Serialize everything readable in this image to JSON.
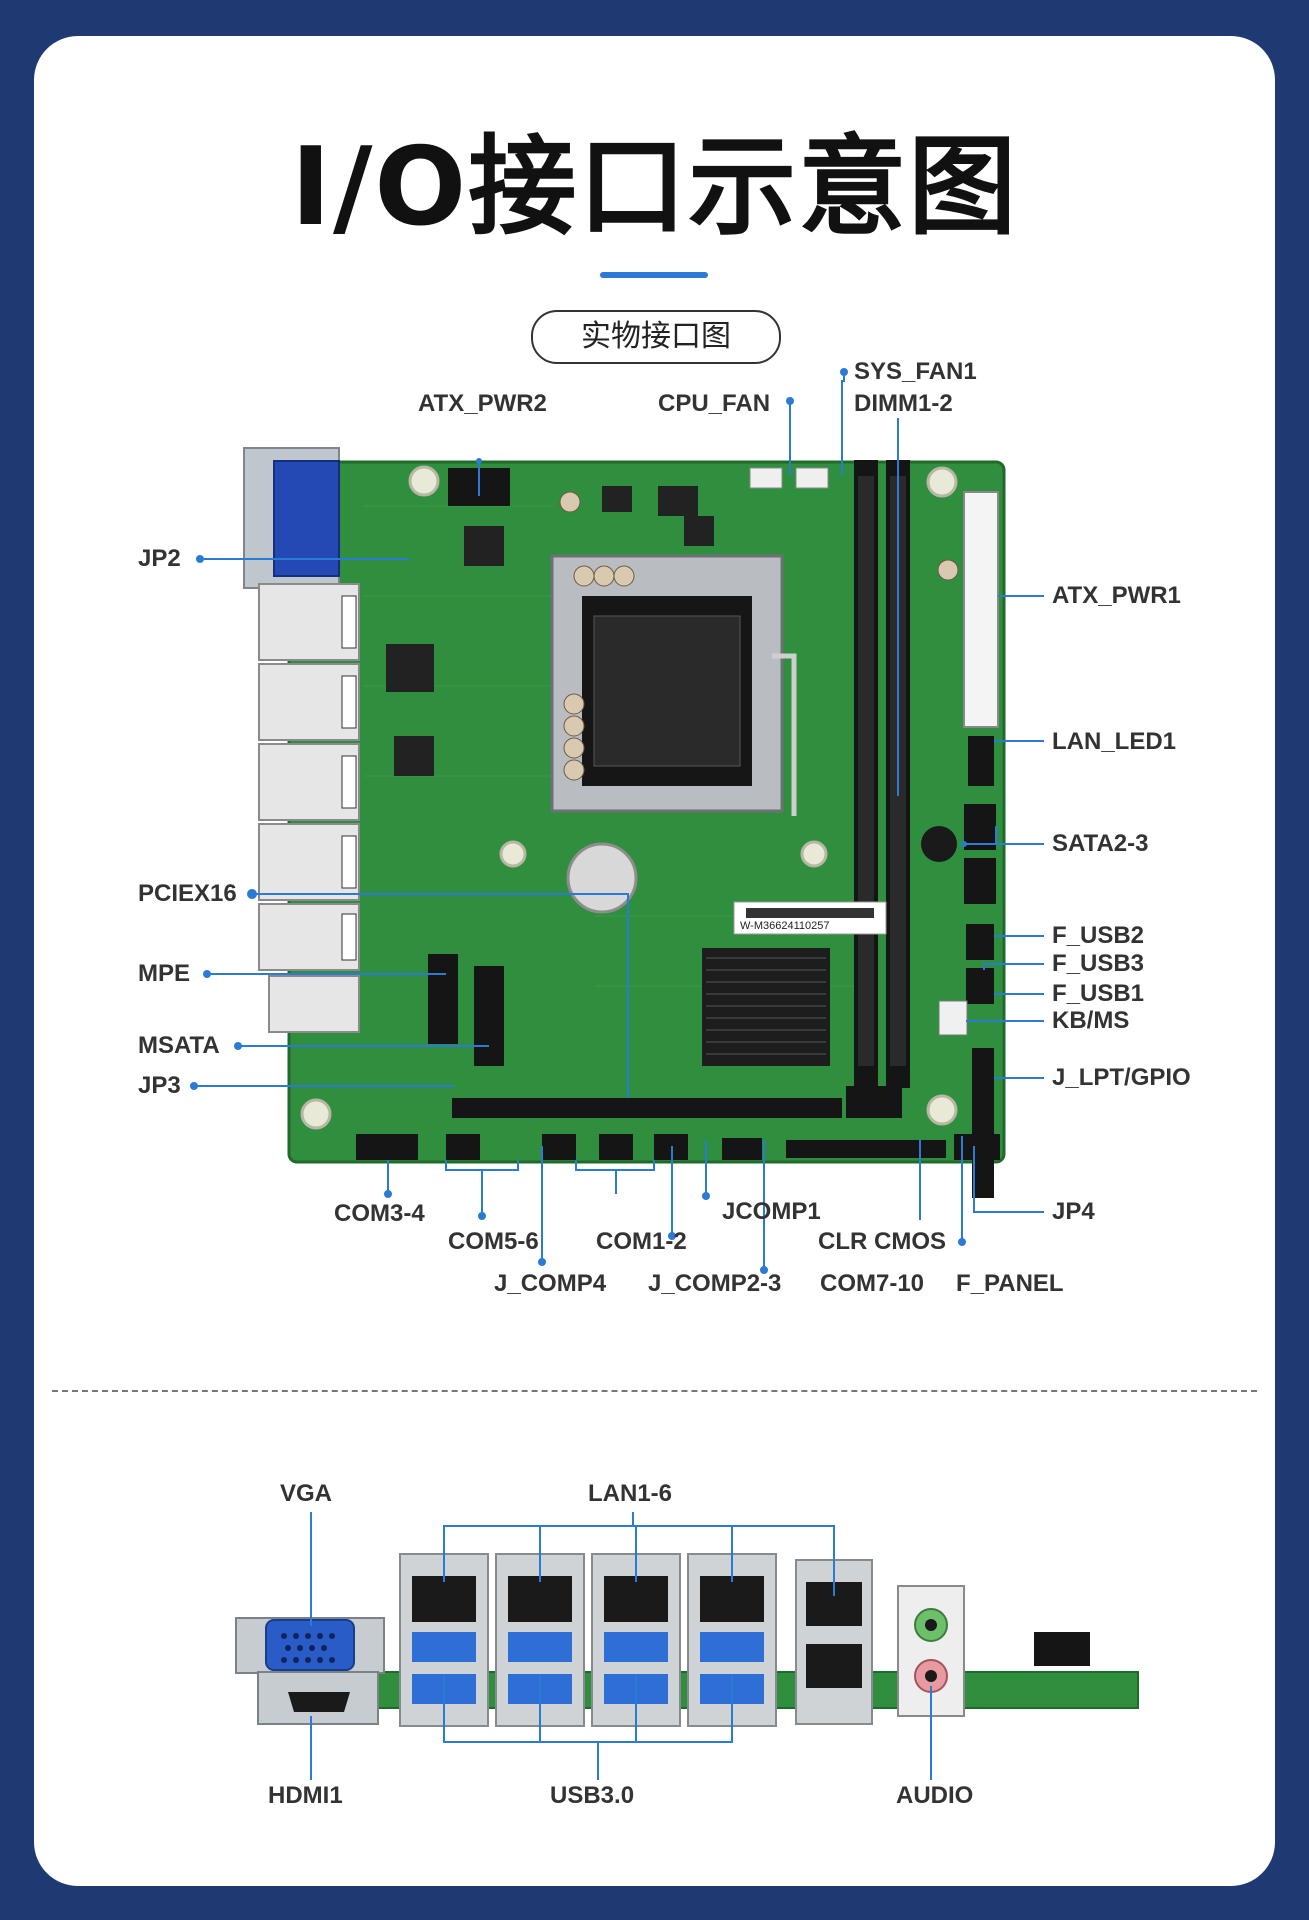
{
  "title": "I/O接口示意图",
  "subtitle": "实物接口图",
  "board_sticker_text": "W-M36624110257",
  "board_labels": {
    "atx_pwr2": "ATX_PWR2",
    "cpu_fan": "CPU_FAN",
    "sys_fan1": "SYS_FAN1",
    "dimm1_2": "DIMM1-2",
    "jp2": "JP2",
    "atx_pwr1": "ATX_PWR1",
    "lan_led1": "LAN_LED1",
    "sata2_3": "SATA2-3",
    "pciex16": "PCIEX16",
    "f_usb2": "F_USB2",
    "f_usb3": "F_USB3",
    "f_usb1": "F_USB1",
    "mpe": "MPE",
    "kb_ms": "KB/MS",
    "msata": "MSATA",
    "j_lpt_gpio": "J_LPT/GPIO",
    "jp3": "JP3",
    "com3_4": "COM3-4",
    "jcomp1": "JCOMP1",
    "jp4": "JP4",
    "com5_6": "COM5-6",
    "com1_2": "COM1-2",
    "clr_cmos": "CLR CMOS",
    "j_comp4": "J_COMP4",
    "j_comp2_3": "J_COMP2-3",
    "com7_10": "COM7-10",
    "f_panel": "F_PANEL"
  },
  "io_labels": {
    "vga": "VGA",
    "lan1_6": "LAN1-6",
    "hdmi1": "HDMI1",
    "usb3": "USB3.0",
    "audio": "AUDIO"
  },
  "colors": {
    "background": "#1f3a73",
    "accent": "#2b7bd4",
    "pcb": "#2f8f3e"
  }
}
